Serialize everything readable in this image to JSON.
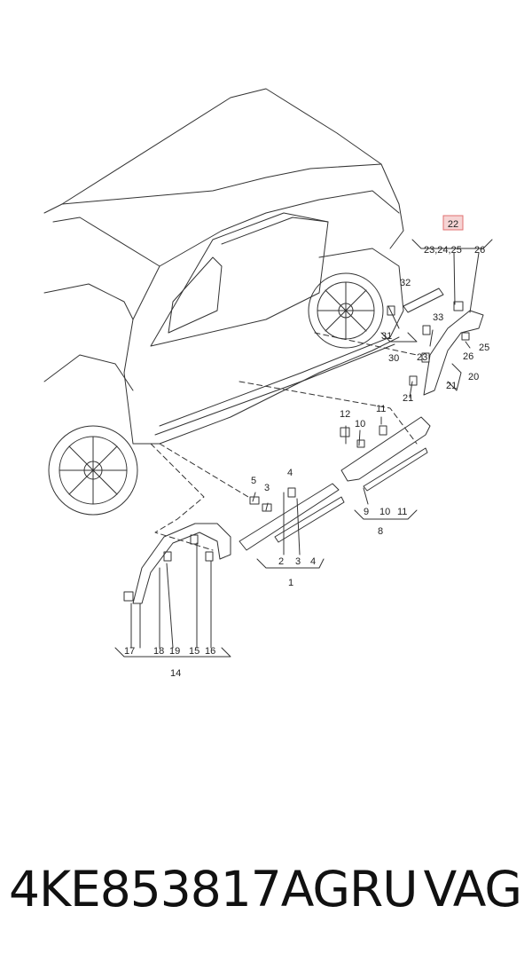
{
  "diagram": {
    "highlight_callout": "22",
    "callouts": [
      "23,24,25",
      "26",
      "32",
      "33",
      "31",
      "30",
      "23",
      "25",
      "26",
      "20",
      "21",
      "21",
      "12",
      "10",
      "11",
      "5",
      "3",
      "4",
      "9",
      "10",
      "11",
      "8",
      "2",
      "3",
      "4",
      "1",
      "17",
      "18",
      "19",
      "15",
      "16",
      "14"
    ],
    "colors": {
      "line": "#333333",
      "highlight_fill": "#f6d4d4",
      "highlight_stroke": "#e07070"
    }
  },
  "footer": {
    "part_number": "4KE853817AGRU",
    "brand": "VAG"
  }
}
